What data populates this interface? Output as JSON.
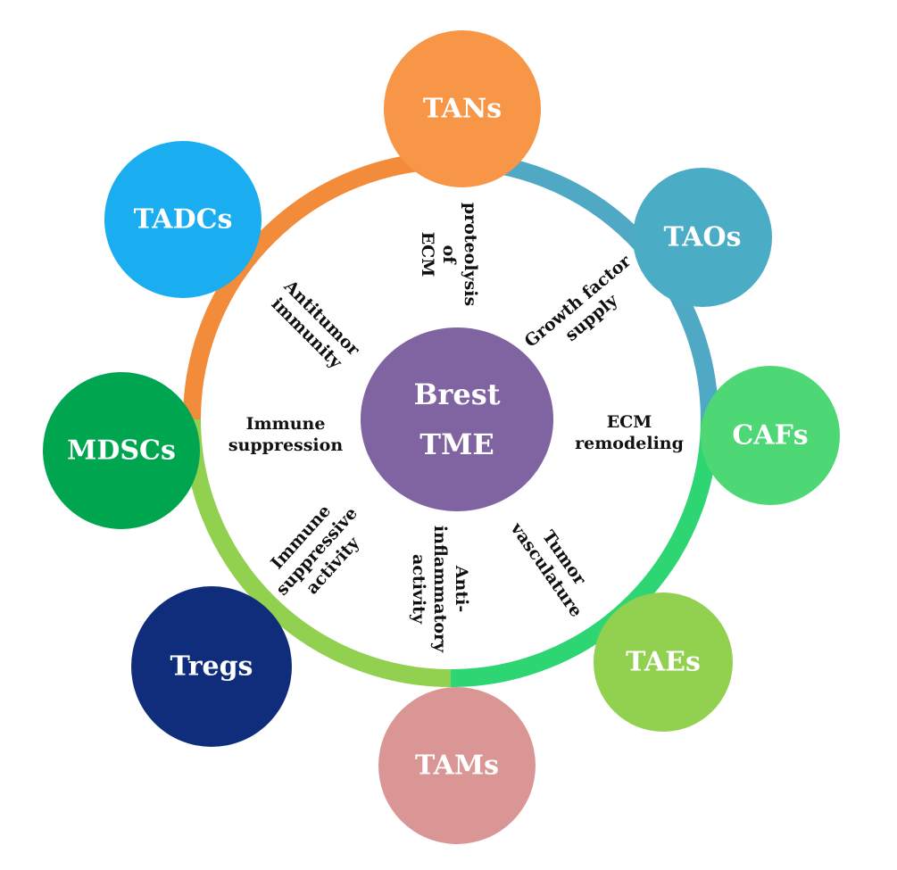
{
  "center": {
    "lines": [
      "Brest",
      "TME"
    ],
    "color": "#8064A2"
  },
  "ring": {
    "colors": [
      "#4FA8C4",
      "#2ED573",
      "#92D050",
      "#F28C3A"
    ]
  },
  "nodes": [
    {
      "id": "tans",
      "label": "TANs",
      "color": "#F79646"
    },
    {
      "id": "taos",
      "label": "TAOs",
      "color": "#4BACC6"
    },
    {
      "id": "cafs",
      "label": "CAFs",
      "color": "#4DD875"
    },
    {
      "id": "taes",
      "label": "TAEs",
      "color": "#92D050"
    },
    {
      "id": "tams",
      "label": "TAMs",
      "color": "#D99694"
    },
    {
      "id": "tregs",
      "label": "Tregs",
      "color": "#0F2D7A"
    },
    {
      "id": "mdscs",
      "label": "MDSCs",
      "color": "#00A64F"
    },
    {
      "id": "tadcs",
      "label": "TADCs",
      "color": "#1AADEF"
    }
  ],
  "functions": [
    {
      "id": "proteolysis-of-ecm",
      "lines": [
        "proteolysis",
        "of",
        "ECM"
      ]
    },
    {
      "id": "growth-factor-supply",
      "lines": [
        "Growth factor",
        "supply"
      ]
    },
    {
      "id": "ecm-remodeling",
      "lines": [
        "ECM",
        "remodeling"
      ]
    },
    {
      "id": "tumor-vasculature",
      "lines": [
        "Tumor",
        "vasculature"
      ]
    },
    {
      "id": "anti-inflammatory-activity",
      "lines": [
        "Anti-",
        "inflammatory",
        "activity"
      ]
    },
    {
      "id": "immune-suppressive-activity",
      "lines": [
        "Immune",
        "suppressive",
        "activity"
      ]
    },
    {
      "id": "immune-suppression",
      "lines": [
        "Immune",
        "suppression"
      ]
    },
    {
      "id": "antitumor-immunity",
      "lines": [
        "Antitumor",
        "immunity"
      ]
    }
  ]
}
